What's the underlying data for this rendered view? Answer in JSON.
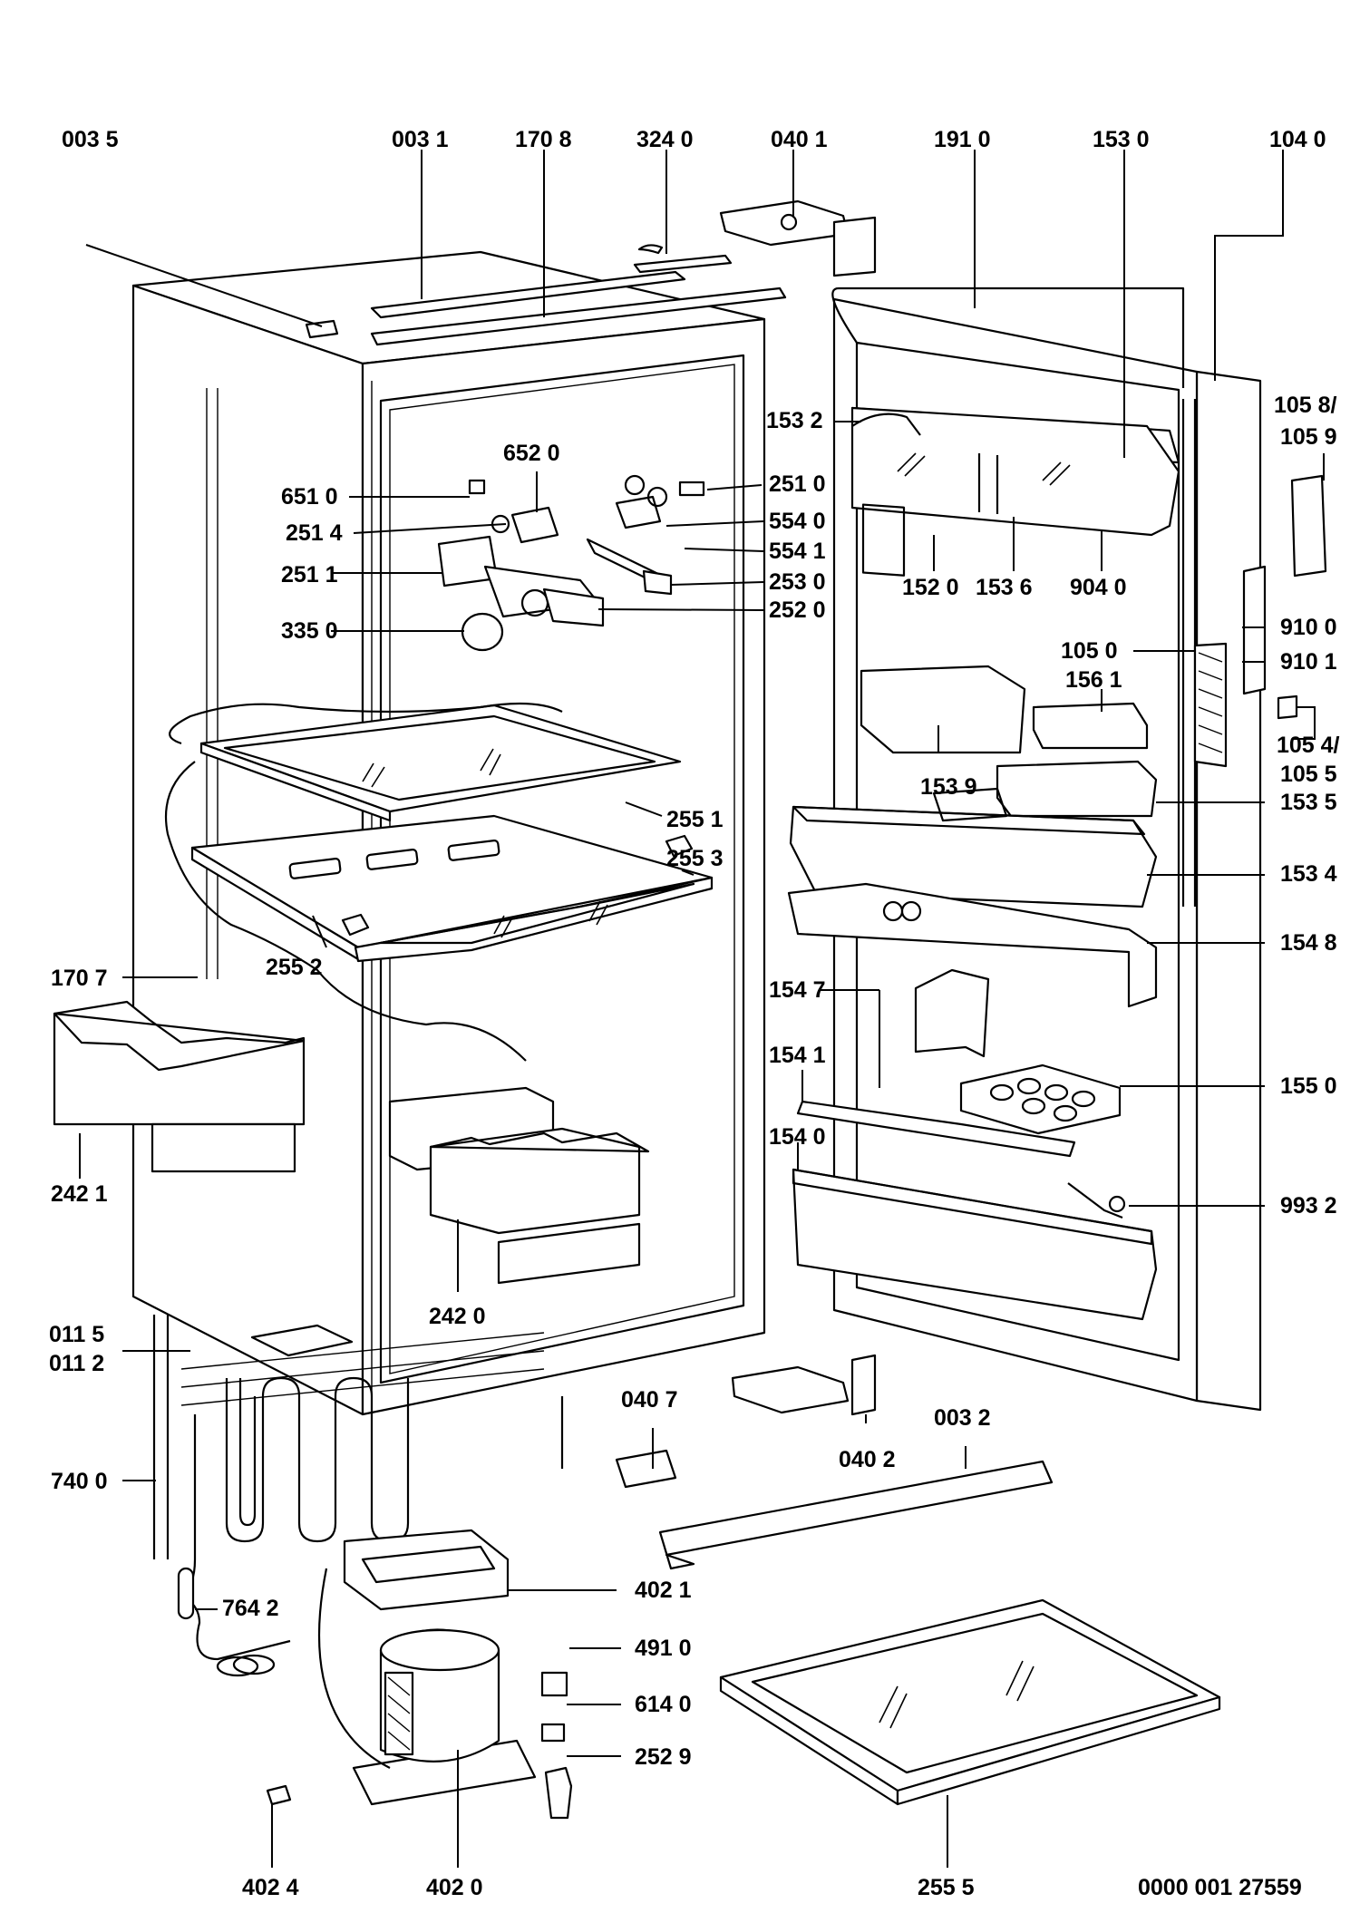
{
  "drawing_number": "0000 001 27559",
  "labels": {
    "l0035": "003 5",
    "l0031": "003 1",
    "l1708": "170 8",
    "l3240": "324 0",
    "l0401": "040 1",
    "l1910": "191 0",
    "l1530": "153 0",
    "l1040": "104 0",
    "l1058": "105 8/",
    "l1059": "105 9",
    "l1532": "153 2",
    "l6520": "652 0",
    "l6510": "651 0",
    "l2510": "251 0",
    "l2514": "251 4",
    "l5540": "554 0",
    "l5541": "554 1",
    "l2511": "251 1",
    "l2530": "253 0",
    "l2520": "252 0",
    "l3350": "335 0",
    "l1520": "152 0",
    "l1536": "153 6",
    "l9040": "904 0",
    "l9100": "910 0",
    "l9101": "910 1",
    "l1050": "105 0",
    "l1561": "156 1",
    "l1054": "105 4/",
    "l1055": "105 5",
    "l1539": "153 9",
    "l1535": "153 5",
    "l2551": "255 1",
    "l2553": "255 3",
    "l2552": "255 2",
    "l1534": "153 4",
    "l1548": "154 8",
    "l1707": "170 7",
    "l1547": "154 7",
    "l1541": "154 1",
    "l1550": "155 0",
    "l2421": "242 1",
    "l1540": "154 0",
    "l9932": "993 2",
    "l2420": "242 0",
    "l0115": "011 5",
    "l0112": "011 2",
    "l0407": "040 7",
    "l0032": "003 2",
    "l0402": "040 2",
    "l7400": "740 0",
    "l4021": "402 1",
    "l7642": "764 2",
    "l4910": "491 0",
    "l6140": "614 0",
    "l2529": "252 9",
    "l4024": "402 4",
    "l4020": "402 0",
    "l2555": "255 5"
  }
}
